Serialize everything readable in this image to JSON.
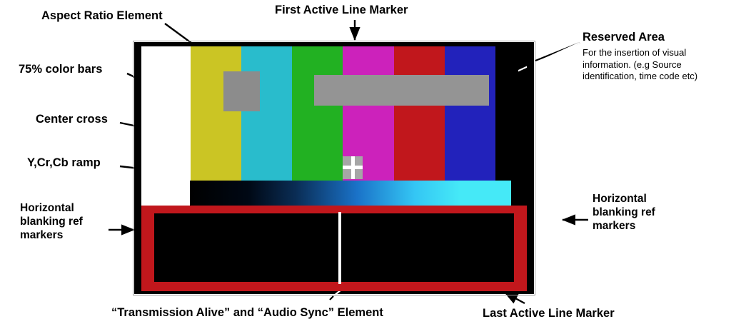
{
  "figure": {
    "title": "Broadcast test pattern annotated diagram",
    "background": "#ffffff"
  },
  "annotations": {
    "aspect_ratio": {
      "text": "Aspect Ratio Element"
    },
    "first_active_line": {
      "text": "First Active Line Marker"
    },
    "reserved_area": {
      "title": "Reserved Area",
      "body": "For the insertion of visual\ninformation. (e.g Source\nidentification, time code etc)"
    },
    "color_bars": {
      "text": "75% color bars"
    },
    "center_cross": {
      "text": "Center cross"
    },
    "ramp": {
      "text": "Y,Cr,Cb ramp"
    },
    "hblank_left": {
      "text": "Horizontal\nblanking ref\nmarkers"
    },
    "hblank_right": {
      "text": "Horizontal\nblanking ref\nmarkers"
    },
    "transmission_alive": {
      "text": "“Transmission Alive” and “Audio Sync” Element"
    },
    "last_active_line": {
      "text": "Last Active Line Marker"
    }
  },
  "pattern": {
    "color_bars": [
      {
        "name": "white",
        "color": "#ffffff",
        "width_pct": 13.0
      },
      {
        "name": "yellow",
        "color": "#cbc524",
        "width_pct": 13.5
      },
      {
        "name": "cyan",
        "color": "#29bccc",
        "width_pct": 13.5
      },
      {
        "name": "green",
        "color": "#22b122",
        "width_pct": 13.5
      },
      {
        "name": "magenta",
        "color": "#cc22bb",
        "width_pct": 13.5
      },
      {
        "name": "red",
        "color": "#c1171c",
        "width_pct": 13.5
      },
      {
        "name": "blue",
        "color": "#2222bb",
        "width_pct": 13.5
      },
      {
        "name": "black",
        "color": "#000000",
        "width_pct": 6.0
      }
    ],
    "ramp": {
      "name": "Y,Cr,Cb ramp",
      "stops": [
        "#000000",
        "#000814",
        "#0a2d55",
        "#1a72c8",
        "#34c6f4",
        "#45e9f7",
        "#45e9f7"
      ]
    },
    "aspect_ratio_element": {
      "color": "#8c8c8c"
    },
    "reserved_area_element": {
      "color": "#949494"
    },
    "center_cross": {
      "box_color": "#a6a6a6",
      "cross_color": "#ffffff"
    },
    "hblank_marker": {
      "color": "#c1171c",
      "interior": "#000000"
    },
    "transmission_alive_line": {
      "color": "#ffffff"
    },
    "frame": {
      "color": "#000000"
    }
  }
}
